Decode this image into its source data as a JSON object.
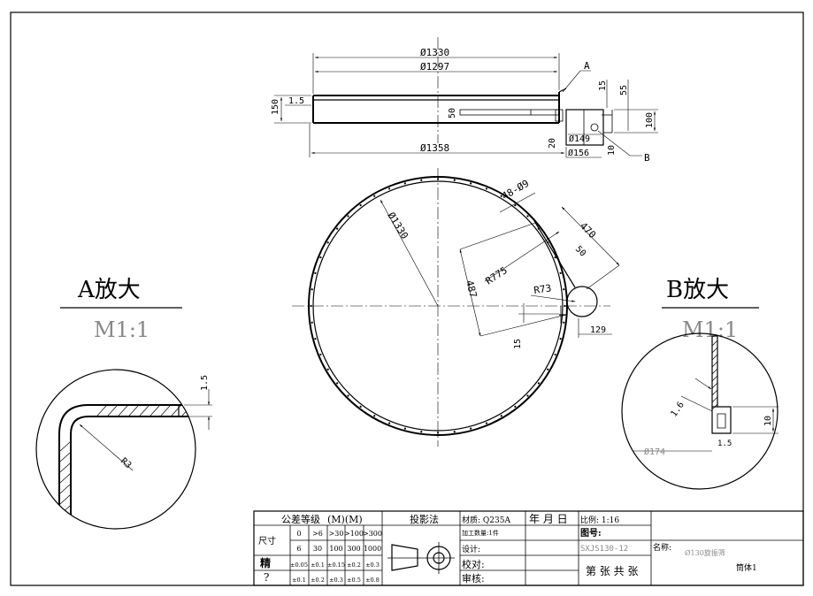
{
  "top_view": {
    "dim_d1330": "Ø1330",
    "dim_d1297": "Ø1297",
    "dim_d1358": "Ø1358",
    "dim_d156": "Ø156",
    "dim_d149": "Ø149",
    "dim_150": "150",
    "dim_15_left": "1.5",
    "dim_50": "50",
    "dim_20": "20",
    "dim_15_right": "15",
    "dim_55": "55",
    "dim_100": "100",
    "dim_10": "10",
    "label_a": "A",
    "label_b": "B"
  },
  "plan_view": {
    "dim_d1330": "Ø1330",
    "holes": "48-Ø9",
    "dim_470": "470",
    "dim_50": "50",
    "dim_r775": "R775",
    "dim_487": "487",
    "dim_r73": "R73",
    "dim_15": "15",
    "dim_129": "129"
  },
  "detail_a": {
    "title": "A放大",
    "scale": "M1:1",
    "dim_15": "1.5",
    "dim_r3": "R3"
  },
  "detail_b": {
    "title": "B放大",
    "scale": "M1:1",
    "dim_16": "1.6",
    "dim_10": "10",
    "dim_15": "1.5",
    "dim_d174": "Ø174"
  },
  "title_block": {
    "tol_title": "公差等级",
    "tol_marks": "(M)(M)",
    "proj": "投影法",
    "size_label": "尺寸",
    "row_from": [
      "0",
      ">6",
      ">30",
      ">100",
      ">300"
    ],
    "row_to": [
      "6",
      "30",
      "100",
      "300",
      "1000"
    ],
    "fine_label": "精",
    "fine_vals": [
      "±0.05",
      "±0.1",
      "±0.15",
      "±0.2",
      "±0.3"
    ],
    "q_label": "?",
    "q_vals": [
      "±0.1",
      "±0.2",
      "±0.3",
      "±0.5",
      "±0.8"
    ],
    "material": "材质: Q235A",
    "qty": "加工数量:1件",
    "design": "设计:",
    "check": "校对:",
    "review": "审核:",
    "date": "年 月 日",
    "ratio": "比例: 1:16",
    "drawing_no_label": "图号:",
    "drawing_no": "SXJS130-12",
    "sheet": "第 张 共 张",
    "name_label": "名称:",
    "name_value": "Ø130旋振筛",
    "part": "筒体1"
  },
  "chart_data": []
}
